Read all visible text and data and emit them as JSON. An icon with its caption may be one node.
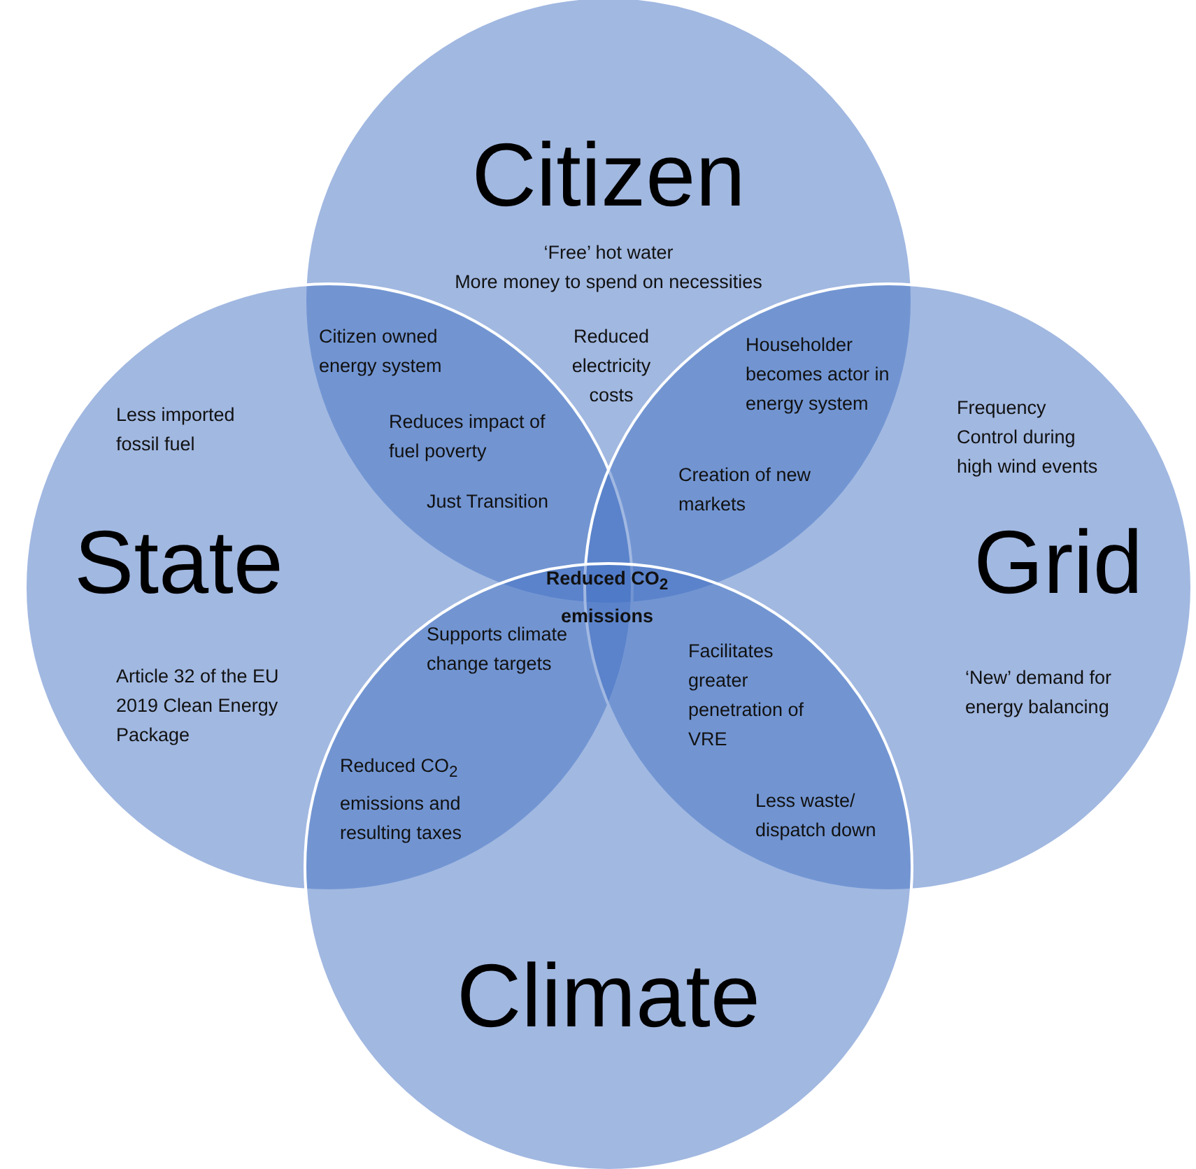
{
  "diagram": {
    "nodes": [
      {
        "text": [
          "Citizen"
        ]
      },
      {
        "text": [
          "State"
        ]
      },
      {
        "text": [
          "Grid"
        ]
      },
      {
        "text": [
          "Climate"
        ]
      }
    ],
    "labels": [
      "‘Free’ hot water",
      "More money to spend on necessities",
      "Citizen owned energy system",
      "Reduced electricity costs",
      "Householder becomes actor in energy system",
      "Less imported fossil fuel",
      "Frequency Control during high wind events",
      "Reduces impact of fuel poverty",
      "Creation of new markets",
      "Just Transition",
      "Reduced CO$_{2}$ emissions",
      "Supports climate change targets",
      "Facilitates greater penetration of VRE",
      "Article 32 of the EU 2019 Clean Energy Package",
      "‘New’ demand for energy balancing",
      "Reduced CO$_{2}$ emissions and resulting taxes",
      "Less waste/ dispatch down"
    ]
  }
}
